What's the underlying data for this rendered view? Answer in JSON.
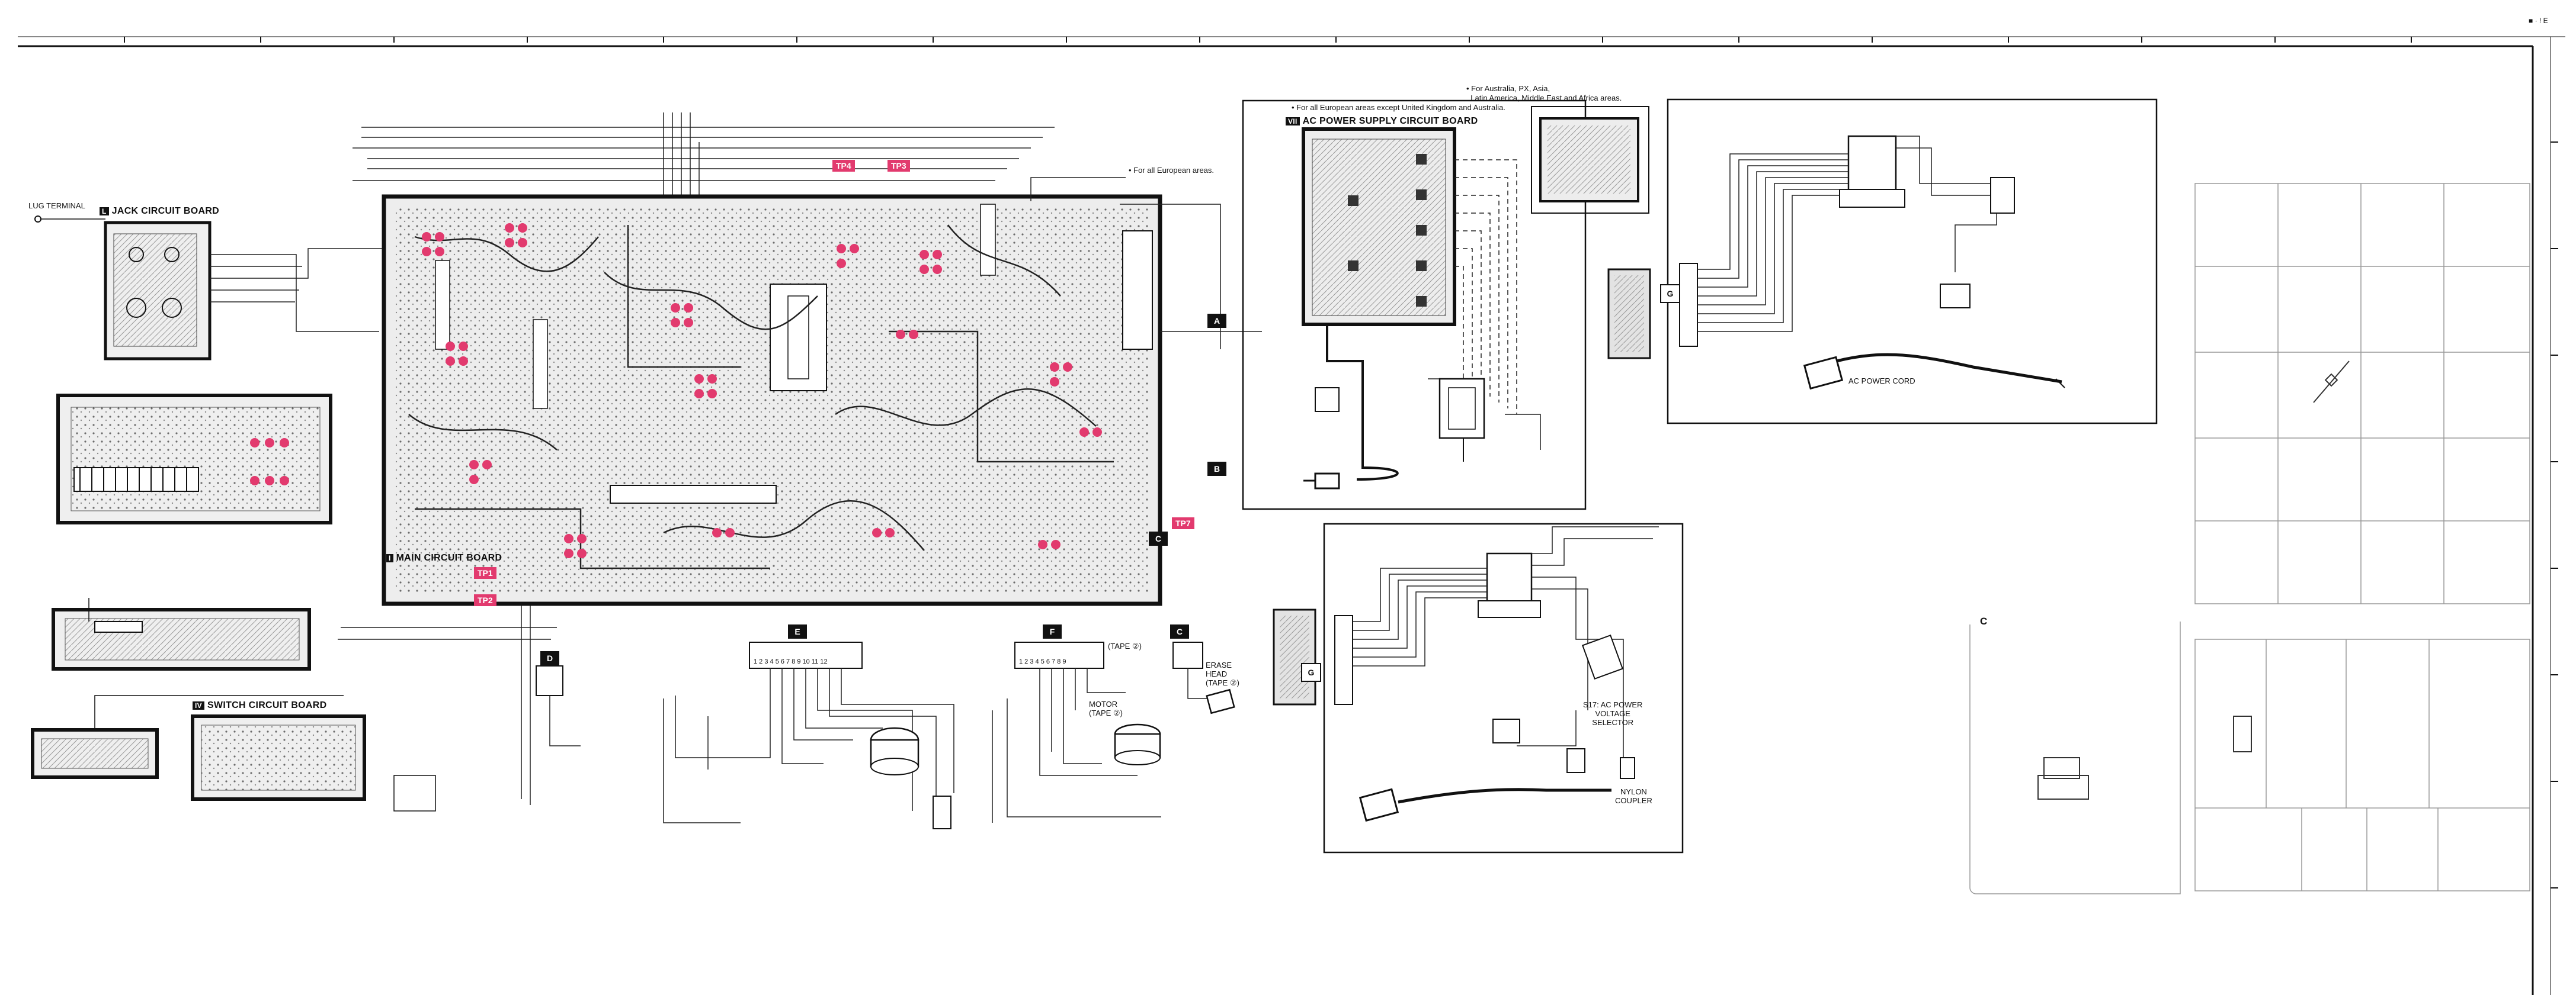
{
  "top_right_mark": "■ ·  ! E",
  "boards": {
    "jack": {
      "id": "L",
      "title": "JACK CIRCUIT BOARD"
    },
    "main": {
      "id": "I",
      "title": "MAIN CIRCUIT BOARD"
    },
    "switch": {
      "id": "IV",
      "title": "SWITCH CIRCUIT BOARD"
    },
    "ac_power": {
      "id": "VII",
      "title": "AC POWER SUPPLY CIRCUIT BOARD"
    }
  },
  "labels": {
    "lug_terminal": "LUG TERMINAL",
    "for_all_european": "For all European areas.",
    "for_all_european_except": "For all European areas except United Kingdom and Australia.",
    "for_australia_1": "For Australia, PX, Asia,",
    "for_australia_2": "Latin America, Middle East and Africa areas.",
    "ac_power_cord": "AC POWER CORD",
    "tape2_top": "(TAPE ②)",
    "motor": "MOTOR",
    "motor_tape": "(TAPE ②)",
    "erase_head": "ERASE",
    "erase_head_2": "HEAD",
    "erase_head_3": "(TAPE ②)",
    "s17_1": "S17: AC POWER",
    "s17_2": "VOLTAGE",
    "s17_3": "SELECTOR",
    "nylon_1": "NYLON",
    "nylon_2": "COUPLER",
    "inset_c": "C"
  },
  "test_points": [
    "TP4",
    "TP3",
    "TP1",
    "TP2",
    "TP7"
  ],
  "connectors": {
    "A": "A",
    "B": "B",
    "C": "C",
    "D": "D",
    "E": "E",
    "F": "F",
    "G": "G"
  },
  "pins_E": "1 2 3 4 5 6 7 8 9 10 11 12",
  "pins_F": "1 2 3 4 5 6 7 8 9",
  "colors": {
    "trace": "#222222",
    "board_fill": "#e9e9e9",
    "highlight": "#e23a6e",
    "paper": "#ffffff"
  }
}
